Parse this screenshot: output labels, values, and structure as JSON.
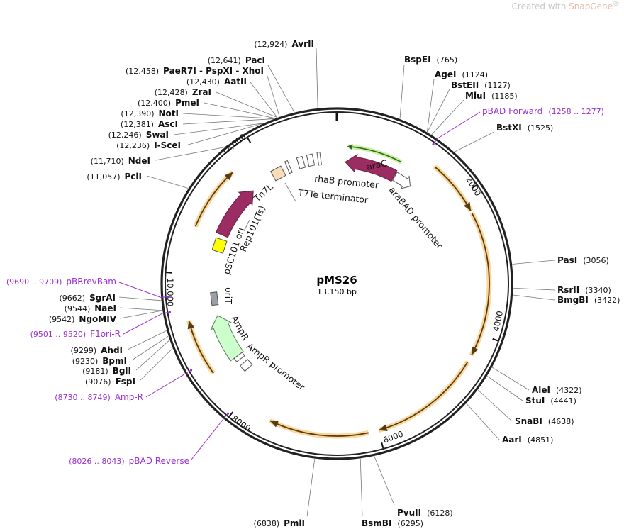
{
  "watermark": {
    "prefix": "Created with ",
    "brand": "SnapGene",
    "mark": "®"
  },
  "plasmid": {
    "name": "pMS26",
    "length_label": "13,150 bp",
    "length_bp": 13150
  },
  "ticks": [
    {
      "bp": 0,
      "label": ""
    },
    {
      "bp": 2000,
      "label": "2000"
    },
    {
      "bp": 4000,
      "label": "4000"
    },
    {
      "bp": 6000,
      "label": "6000"
    },
    {
      "bp": 8000,
      "label": "8000"
    },
    {
      "bp": 10000,
      "label": "10,000"
    },
    {
      "bp": 12000,
      "label": "12,000"
    }
  ],
  "enzymes": [
    {
      "name": "AvrII",
      "pos": "(12,924)",
      "site": 12924
    },
    {
      "name": "PacI",
      "pos": "(12,641)",
      "site": 12641
    },
    {
      "name": "PaeR7I - PspXI - XhoI",
      "pos": "(12,458)",
      "site": 12458
    },
    {
      "name": "AatII",
      "pos": "(12,430)",
      "site": 12430
    },
    {
      "name": "ZraI",
      "pos": "(12,428)",
      "site": 12428
    },
    {
      "name": "PmeI",
      "pos": "(12,400)",
      "site": 12400
    },
    {
      "name": "NotI",
      "pos": "(12,390)",
      "site": 12390
    },
    {
      "name": "AscI",
      "pos": "(12,381)",
      "site": 12381
    },
    {
      "name": "SwaI",
      "pos": "(12,246)",
      "site": 12246
    },
    {
      "name": "I-SceI",
      "pos": "(12,236)",
      "site": 12236
    },
    {
      "name": "NdeI",
      "pos": "(11,710)",
      "site": 11710
    },
    {
      "name": "PciI",
      "pos": "(11,057)",
      "site": 11057
    },
    {
      "name": "SgrAI",
      "pos": "(9662)",
      "site": 9662
    },
    {
      "name": "NaeI",
      "pos": "(9544)",
      "site": 9544
    },
    {
      "name": "NgoMIV",
      "pos": "(9542)",
      "site": 9542
    },
    {
      "name": "AhdI",
      "pos": "(9299)",
      "site": 9299
    },
    {
      "name": "BpmI",
      "pos": "(9230)",
      "site": 9230
    },
    {
      "name": "BglI",
      "pos": "(9181)",
      "site": 9181
    },
    {
      "name": "FspI",
      "pos": "(9076)",
      "site": 9076
    },
    {
      "name": "PmlI",
      "pos": "(6838)",
      "site": 6838
    },
    {
      "name": "BsmBI",
      "pos": "(6295)",
      "site": 6295
    },
    {
      "name": "PvuII",
      "pos": "(6128)",
      "site": 6128
    },
    {
      "name": "BspEI",
      "pos": "(765)",
      "site": 765
    },
    {
      "name": "AgeI",
      "pos": "(1124)",
      "site": 1124
    },
    {
      "name": "BstEII",
      "pos": "(1127)",
      "site": 1127
    },
    {
      "name": "MluI",
      "pos": "(1185)",
      "site": 1185
    },
    {
      "name": "BstXI",
      "pos": "(1525)",
      "site": 1525
    },
    {
      "name": "PasI",
      "pos": "(3056)",
      "site": 3056
    },
    {
      "name": "RsrII",
      "pos": "(3340)",
      "site": 3340
    },
    {
      "name": "BmgBI",
      "pos": "(3422)",
      "site": 3422
    },
    {
      "name": "AleI",
      "pos": "(4322)",
      "site": 4322
    },
    {
      "name": "StuI",
      "pos": "(4441)",
      "site": 4441
    },
    {
      "name": "SnaBI",
      "pos": "(4638)",
      "site": 4638
    },
    {
      "name": "AarI",
      "pos": "(4851)",
      "site": 4851
    }
  ],
  "primers": [
    {
      "name": "pBAD Forward",
      "range": "(1258 .. 1277)",
      "site": 1268
    },
    {
      "name": "pBRrevBam",
      "range": "(9690 .. 9709)",
      "site": 9700
    },
    {
      "name": "F1ori-R",
      "range": "(9501 .. 9520)",
      "site": 9510
    },
    {
      "name": "Amp-R",
      "range": "(8730 .. 8749)",
      "site": 8740
    },
    {
      "name": "pBAD Reverse",
      "range": "(8026 .. 8043)",
      "site": 8035
    }
  ],
  "features": [
    {
      "name": "araC",
      "color": "#9b2d62"
    },
    {
      "name": "araBAD promoter",
      "color": "#ffffff"
    },
    {
      "name": "rhaB promoter",
      "color": "#ffffff"
    },
    {
      "name": "T7Te terminator",
      "color": "#ffffff"
    },
    {
      "name": "Tn7L",
      "color": "#fbdcb8"
    },
    {
      "name": "Rep101(Ts)",
      "color": "#9b2d62"
    },
    {
      "name": "pSC101 ori",
      "color": "#ffff00"
    },
    {
      "name": "oriT",
      "color": "#9aa0a6"
    },
    {
      "name": "AmpR",
      "color": "#ccffcc"
    },
    {
      "name": "AmpR promoter",
      "color": "#ffffff"
    }
  ],
  "colors": {
    "primer": "#9b30d0",
    "orf": "#f4b84a",
    "backbone": "#222222"
  }
}
